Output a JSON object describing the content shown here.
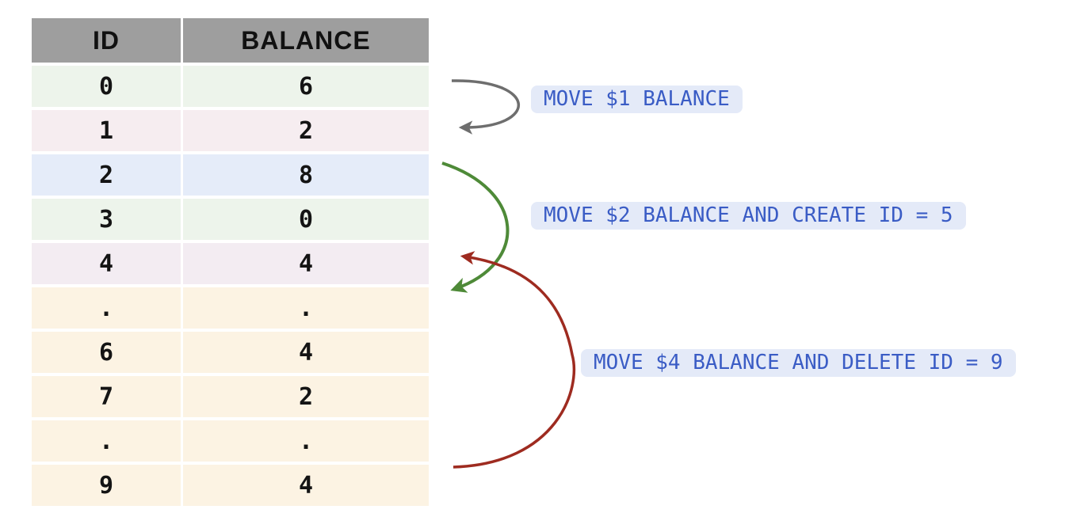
{
  "table": {
    "headers": [
      "ID",
      "BALANCE"
    ],
    "rows": [
      {
        "id": "0",
        "balance": "6",
        "color": "#edf4eb"
      },
      {
        "id": "1",
        "balance": "2",
        "color": "#f6edf0"
      },
      {
        "id": "2",
        "balance": "8",
        "color": "#e5ecf9"
      },
      {
        "id": "3",
        "balance": "0",
        "color": "#edf4eb"
      },
      {
        "id": "4",
        "balance": "4",
        "color": "#f3ecf2"
      },
      {
        "id": ".",
        "balance": ".",
        "color": "#fcf3e3"
      },
      {
        "id": "6",
        "balance": "4",
        "color": "#fcf3e3"
      },
      {
        "id": "7",
        "balance": "2",
        "color": "#fcf3e3"
      },
      {
        "id": ".",
        "balance": ".",
        "color": "#fcf3e3"
      },
      {
        "id": "9",
        "balance": "4",
        "color": "#fcf3e3"
      }
    ]
  },
  "annotations": [
    {
      "label": "MOVE $1 BALANCE",
      "arrow_color": "#6e6e6e",
      "from_row_id": "0",
      "to_row_id": "1"
    },
    {
      "label": "MOVE $2 BALANCE AND CREATE ID = 5",
      "arrow_color": "#4e8a38",
      "from_row_id": "2",
      "to_row_id": "5"
    },
    {
      "label": "MOVE $4 BALANCE AND DELETE ID = 9",
      "arrow_color": "#9e2b20",
      "from_row_id": "9",
      "to_row_id": "4"
    }
  ],
  "colors": {
    "header_bg": "#9e9e9e",
    "row_green": "#edf4eb",
    "row_pink": "#f6edf0",
    "row_blue": "#e5ecf9",
    "row_mauve": "#f3ecf2",
    "row_cream": "#fcf3e3",
    "label_text": "#3a5cc5",
    "label_bg": "#e4eaf8",
    "arrow_gray": "#6e6e6e",
    "arrow_green": "#4e8a38",
    "arrow_red": "#9e2b20"
  }
}
